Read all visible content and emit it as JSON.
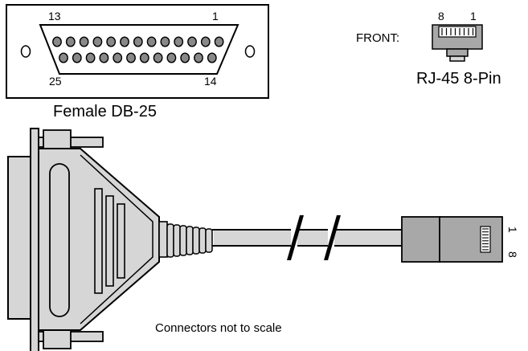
{
  "db25": {
    "pin_top_left": "13",
    "pin_top_right": "1",
    "pin_bottom_left": "25",
    "pin_bottom_right": "14",
    "caption": "Female DB-25",
    "top_row_pins": 13,
    "bottom_row_pins": 12
  },
  "rj45": {
    "front_label": "FRONT:",
    "pin_left": "8",
    "pin_right": "1",
    "caption": "RJ-45 8-Pin",
    "side_pin_top": "1",
    "side_pin_bottom": "8"
  },
  "cable": {
    "note": "Connectors not to scale"
  },
  "colors": {
    "line": "#000000",
    "light_gray": "#d6d6d6",
    "mid_gray": "#a8a8a8",
    "dark_gray": "#888888",
    "background": "#ffffff"
  }
}
